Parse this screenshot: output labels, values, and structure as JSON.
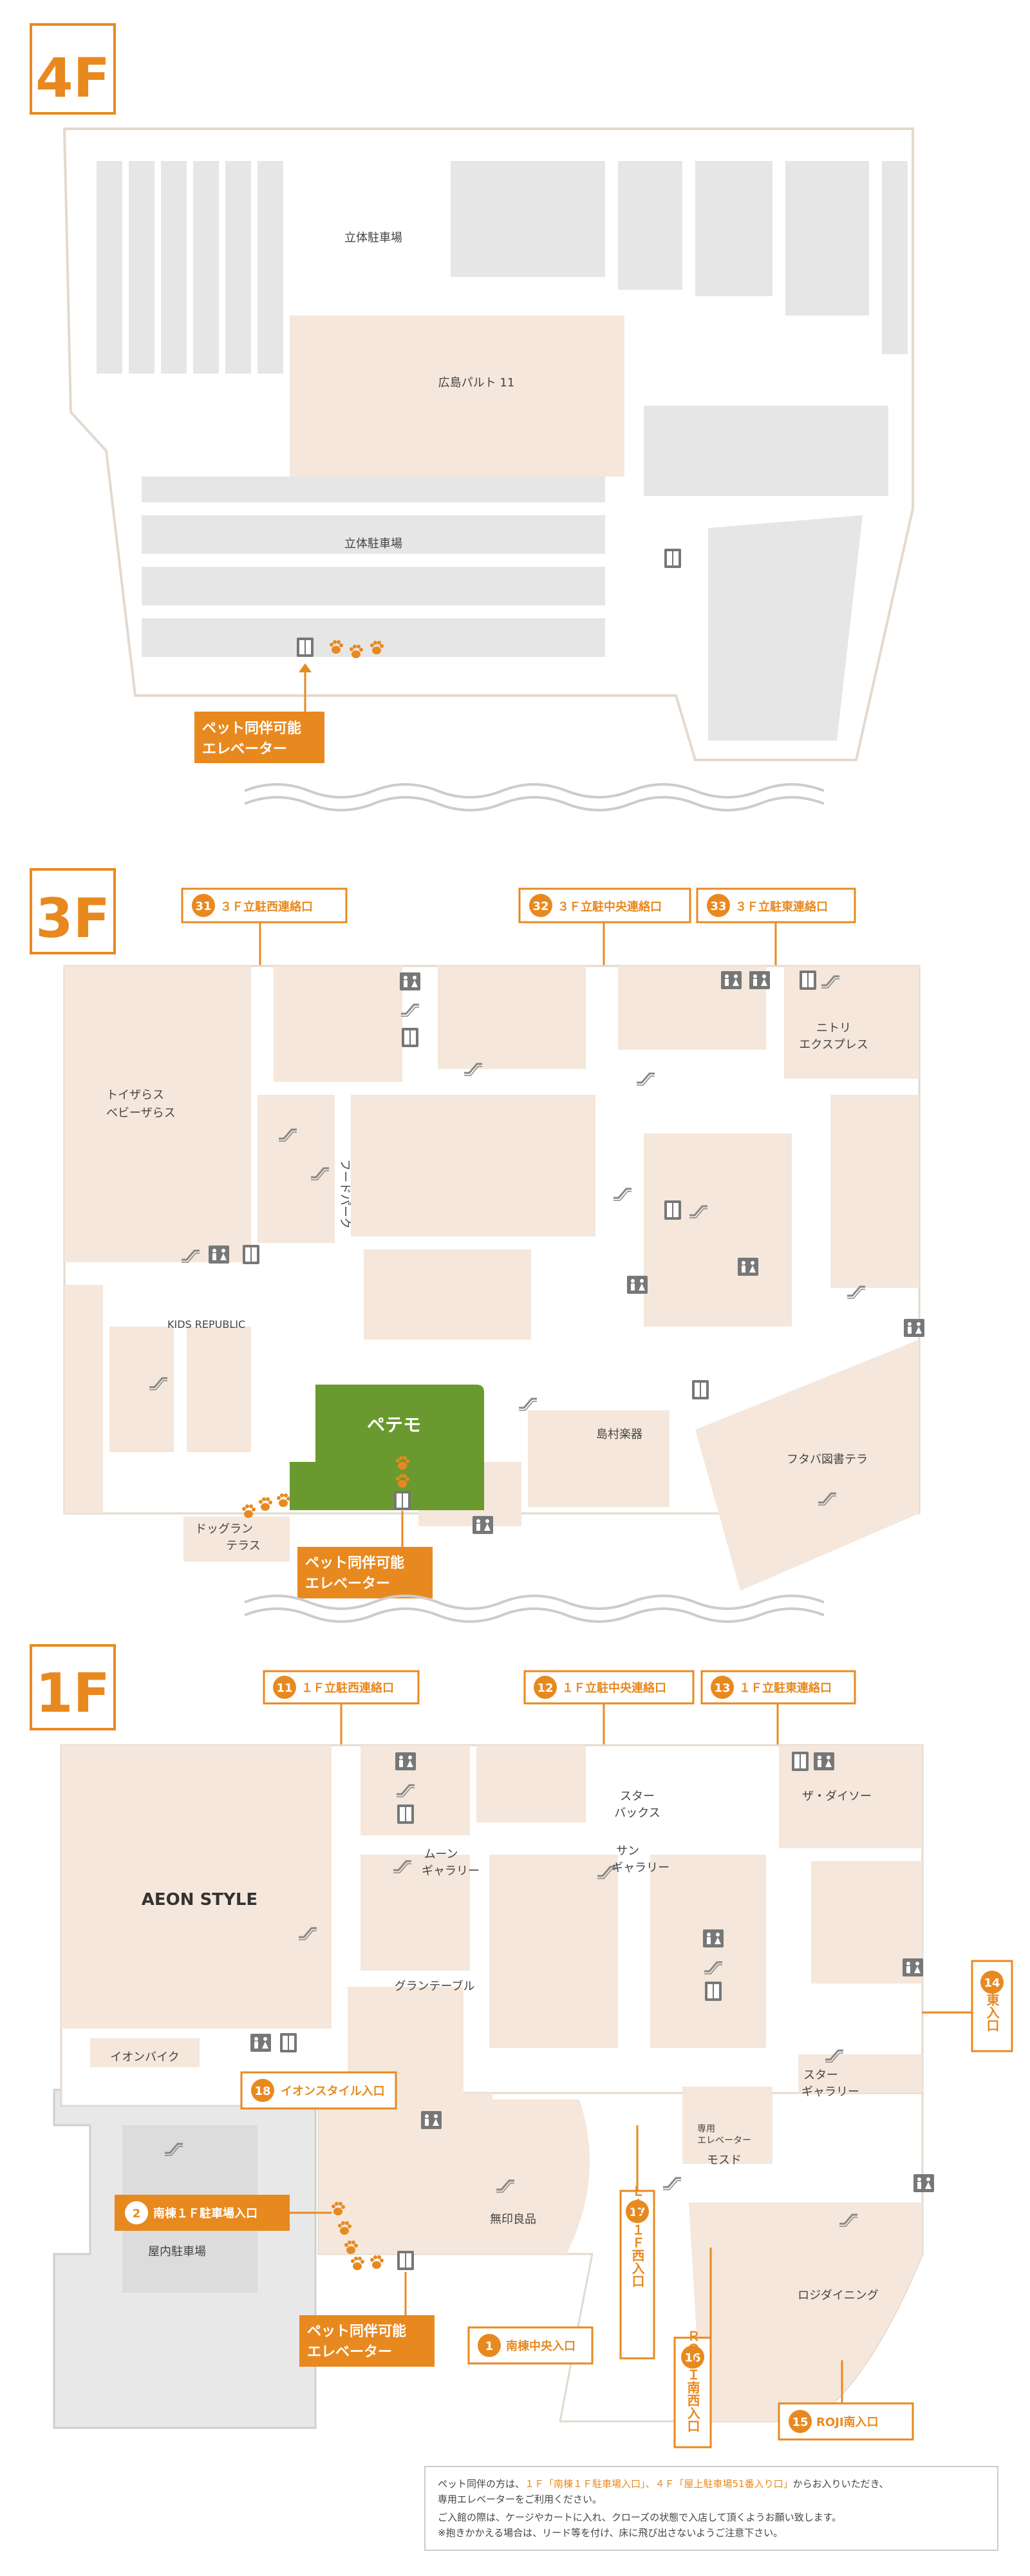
{
  "colors": {
    "accent": "#e8891f",
    "shop_beige": "#f5e7db",
    "public_space": "#ffffff",
    "parking_gray": "#e6e6e6",
    "petemo_green": "#6a9a2f",
    "outline": "#e3d9cf",
    "text": "#444444"
  },
  "floor4": {
    "label": "4F",
    "labels": {
      "parking_top": "立体駐車場",
      "parco": "広島パルト 11",
      "parking_mid": "立体駐車場"
    },
    "callout": [
      "ペット同伴可能",
      "エレベーター"
    ]
  },
  "floor3": {
    "label": "3F",
    "entrances": [
      {
        "num": "31",
        "label": "３Ｆ立駐西連絡口"
      },
      {
        "num": "32",
        "label": "３Ｆ立駐中央連絡口"
      },
      {
        "num": "33",
        "label": "３Ｆ立駐東連絡口"
      }
    ],
    "labels": {
      "toysrus": [
        "トイザらス",
        "ベビーザらス"
      ],
      "nitori": [
        "ニトリ",
        "エクスプレス"
      ],
      "foodpark": "フードパーク",
      "kids": "KIDS REPUBLIC",
      "petemo": "ペテモ",
      "shimamura": "島村楽器",
      "futaba": "フタバ図書テラ",
      "dogrun": [
        "ドッグラン",
        "テラス"
      ]
    },
    "callout": [
      "ペット同伴可能",
      "エレベーター"
    ]
  },
  "floor1": {
    "label": "1F",
    "entrances_top": [
      {
        "num": "11",
        "label": "１Ｆ立駐西連絡口"
      },
      {
        "num": "12",
        "label": "１Ｆ立駐中央連絡口"
      },
      {
        "num": "13",
        "label": "１Ｆ立駐東連絡口"
      }
    ],
    "labels": {
      "aeon": "AEON STYLE",
      "starbucks": [
        "スター",
        "バックス"
      ],
      "daiso": "ザ・ダイソー",
      "moon": [
        "ムーン",
        "ギャラリー"
      ],
      "sun": [
        "サン",
        "ギャラリー"
      ],
      "grand": "グランテーブル",
      "aeonbike": "イオンバイク",
      "star": [
        "スター",
        "ギャラリー"
      ],
      "elevator_sm": [
        "専用",
        "エレベーター"
      ],
      "mos": "モスド",
      "muji": "無印良品",
      "roji": "ロジダイニング",
      "indoor_parking": "屋内駐車場"
    },
    "entrances": {
      "e14": {
        "num": "14",
        "label": "東入口"
      },
      "e18": {
        "num": "18",
        "label": "イオンスタイル入口"
      },
      "e2": {
        "num": "2",
        "label": "南棟１Ｆ駐車場入口"
      },
      "e17": {
        "num": "17",
        "label": "ＬＡＳ１Ｆ西入口"
      },
      "e16": {
        "num": "16",
        "label": "ＲＯＪＩ南西入口"
      },
      "e1": {
        "num": "1",
        "label": "南棟中央入口"
      },
      "e15": {
        "num": "15",
        "label": "ROJI南入口"
      }
    },
    "callout": [
      "ペット同伴可能",
      "エレベーター"
    ]
  },
  "note": {
    "line1a": "ペット同伴の方は、",
    "line1b": "１Ｆ「南棟１Ｆ駐車場入口」、４Ｆ「屋上駐車場51番入り口」",
    "line1c": "からお入りいただき、",
    "line2": "専用エレベーターをご利用ください。",
    "line3": "ご入館の際は、ケージやカートに入れ、クローズの状態で入店して頂くようお願い致します。",
    "line4": "※抱きかかえる場合は、リード等を付け、床に飛び出さないようご注意下さい。"
  }
}
